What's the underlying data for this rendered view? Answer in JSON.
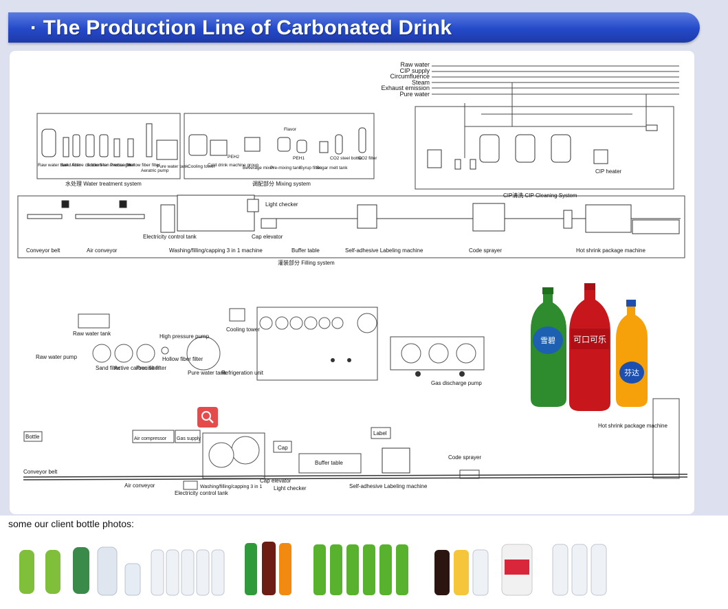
{
  "title": "· The Production Line of Carbonated Drink",
  "top_diagram": {
    "pipes": [
      "Raw water",
      "CIP supply",
      "Circumfluence",
      "Steam",
      "Exhaust emission",
      "Pure water"
    ],
    "water_treatment": {
      "items": [
        "Raw water tank",
        "Sand filter",
        "Active carbon filter",
        "Sodium-ion exchanger",
        "Precise filter",
        "Hollow fiber filter",
        "Aeratric pump",
        "Pure water tank"
      ],
      "label": "水处理 Water treatment system"
    },
    "mixing": {
      "items": [
        "Cooling tower",
        "Cold drink machine group",
        "PEH2",
        "Beverage mixer",
        "Pre-mixing tank",
        "PEH1",
        "Syrup filter",
        "Sugar melt tank",
        "CO2 steel bottle",
        "CO2 filter",
        "Flavor"
      ],
      "label": "调配部分 Mixing system"
    },
    "cip": {
      "heater": "CIP heater",
      "label": "CIP清洗 CIP Cleaning System"
    },
    "filling_line": {
      "light_checker": "Light checker",
      "cap_elevator": "Cap elevator",
      "electricity_tank": "Electricity control tank",
      "labels": [
        "Conveyor belt",
        "Air conveyor",
        "Washing/filling/capping 3 in 1 machine",
        "Buffer table",
        "Self-adhesive Labeling machine",
        "Code sprayer",
        "Hot shrink package machine"
      ],
      "system_label": "灌装部分 Filling system"
    }
  },
  "bottom_diagram": {
    "raw_water_tank": "Raw water tank",
    "raw_water_pump": "Raw water pump",
    "high_pressure_pump": "High pressure pump",
    "filters": [
      "Sand filter",
      "Active carbon filter",
      "Precise filter"
    ],
    "hollow_fiber": "Hollow fiber filter",
    "pure_water_tank": "Pure water tank",
    "cooling_tower": "Cooling tower",
    "refrigeration": "Refrigeration unit",
    "gas_pump": "Gas discharge pump",
    "hot_shrink": "Hot shrink package machine",
    "bottle": "Bottle",
    "air_compressor": "Air compressor",
    "gas_supply": "Gas supply",
    "cap": "Cap",
    "label": "Label",
    "buffer_table": "Buffer table",
    "code_sprayer": "Code sprayer",
    "conveyor_belt": "Conveyor belt",
    "air_conveyor": "Air conveyor",
    "electricity_tank": "Electricity control tank",
    "machine_3in1": "Washing/filling/capping 3 in 1",
    "cap_elevator": "Cap elevator",
    "light_checker": "Light checker",
    "labeling": "Self-adhesive Labeling machine"
  },
  "bottle_brands": {
    "cola": "可口可乐",
    "orange": "芬达",
    "lemon": "雪碧"
  },
  "caption": "some our client bottle photos:",
  "colors": {
    "title_blue": "#2449c9",
    "cola_red": "#c8161d",
    "sprite_green": "#2e8b2e",
    "fanta_orange": "#f7a10a"
  }
}
